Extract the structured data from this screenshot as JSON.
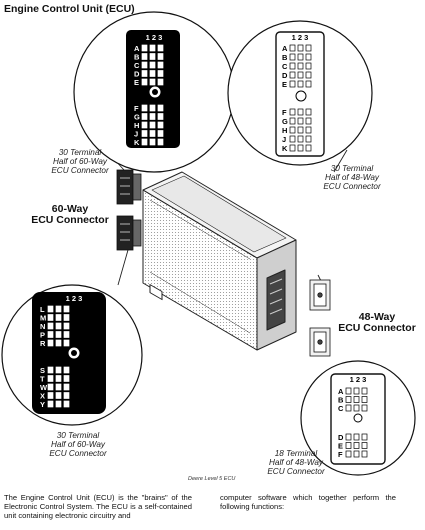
{
  "title": "Engine Control Unit (ECU)",
  "labels": {
    "top_left": [
      "30 Terminal",
      "Half of 60-Way",
      "ECU Connector"
    ],
    "top_right": [
      "30 Terminal",
      "Half of 48-Way",
      "ECU Connector"
    ],
    "mid_left": [
      "60-Way",
      "ECU Connector"
    ],
    "mid_right": [
      "48-Way",
      "ECU Connector"
    ],
    "bottom_left": [
      "30 Terminal",
      "Half of 60-Way",
      "ECU Connector"
    ],
    "bottom_right": [
      "18 Terminal",
      "Half of 48-Way",
      "ECU Connector"
    ]
  },
  "connectors": {
    "top_left": {
      "numbers": "1 2 3",
      "rows_upper": [
        "A",
        "B",
        "C",
        "D",
        "E"
      ],
      "rows_lower": [
        "F",
        "G",
        "H",
        "J",
        "K"
      ]
    },
    "top_right": {
      "numbers": "1 2 3",
      "rows_upper": [
        "A",
        "B",
        "C",
        "D",
        "E"
      ],
      "rows_lower": [
        "F",
        "G",
        "H",
        "J",
        "K"
      ]
    },
    "bottom_left": {
      "numbers": "1 2 3",
      "rows_upper": [
        "L",
        "M",
        "N",
        "P",
        "R"
      ],
      "rows_lower": [
        "S",
        "T",
        "W",
        "X",
        "Y"
      ]
    },
    "bottom_right": {
      "numbers": "1 2 3",
      "rows_upper": [
        "A",
        "B",
        "C"
      ],
      "rows_lower": [
        "D",
        "E",
        "F"
      ]
    }
  },
  "caption": "Deere Level 5 ECU",
  "body_text": {
    "left": "The Engine Control Unit (ECU) is the \"brains\" of the Electronic Control System. The ECU is a self-contained unit containing electronic circuitry and",
    "right": "computer software which together perform the following functions:"
  }
}
